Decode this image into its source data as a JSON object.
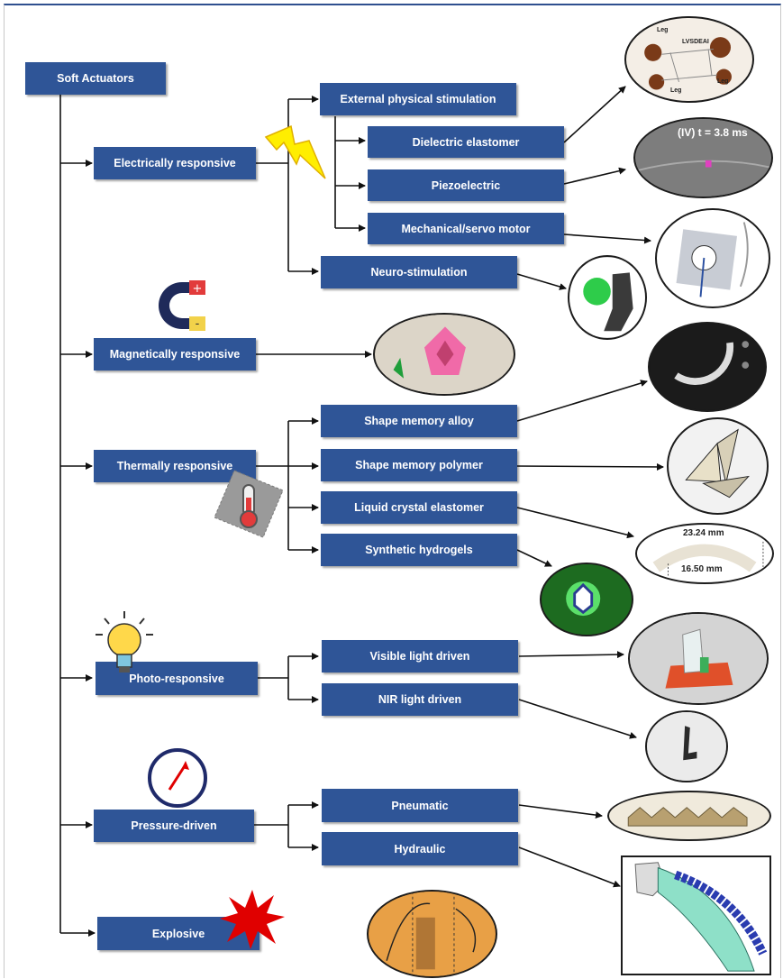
{
  "root": {
    "label": "Soft Actuators"
  },
  "categories": {
    "electrical": "Electrically responsive",
    "magnetic": "Magnetically responsive",
    "thermal": "Thermally responsive",
    "photo": "Photo-responsive",
    "pressure": "Pressure-driven",
    "explosive": "Explosive"
  },
  "electrical": {
    "external": "External physical stimulation",
    "dielectric": "Dielectric elastomer",
    "piezo": "Piezoelectric",
    "mechanical": "Mechanical/servo motor",
    "neuro": "Neuro-stimulation"
  },
  "thermal": {
    "sma": "Shape memory alloy",
    "smp": "Shape memory polymer",
    "lce": "Liquid crystal elastomer",
    "hydrogel": "Synthetic hydrogels"
  },
  "photo": {
    "visible": "Visible light driven",
    "nir": "NIR light driven"
  },
  "pressure": {
    "pneumatic": "Pneumatic",
    "hydraulic": "Hydraulic"
  },
  "image_text": {
    "leg": "Leg",
    "lvsdeai": "LVSDEAI",
    "time": "(IV) t = 3.8 ms",
    "dim_top": "23.24 mm",
    "dim_bottom": "16.50 mm"
  },
  "icons": {
    "lightning": "lightning-icon",
    "magnet": "magnet-icon",
    "thermometer": "thermometer-icon",
    "bulb": "light-bulb-icon",
    "gauge": "pressure-gauge-icon",
    "explosion": "explosion-icon"
  },
  "colors": {
    "box": "#2f5597",
    "lightning": "#ffee00",
    "magnet": "#1f2a5a",
    "explosion": "#e00000"
  }
}
